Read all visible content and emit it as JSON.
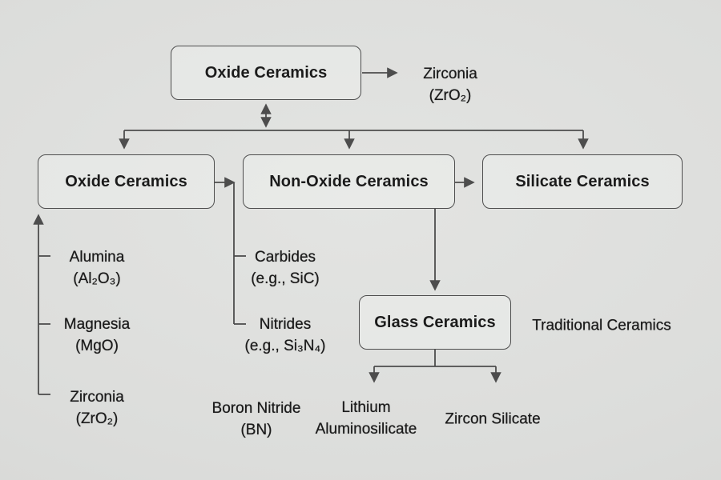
{
  "colors": {
    "background": "#dcdddb",
    "line": "#4d4d4d",
    "text": "#1b1b1b",
    "box_border": "#4e4e4e"
  },
  "root_box": {
    "label": "Oxide Ceramics"
  },
  "root_annotation": {
    "name": "Zirconia",
    "formula": "(ZrO₂)"
  },
  "branches": {
    "oxide": {
      "label": "Oxide Ceramics"
    },
    "non_oxide": {
      "label": "Non-Oxide Ceramics"
    },
    "silicate": {
      "label": "Silicate Ceramics"
    }
  },
  "oxide_examples": [
    {
      "name": "Alumina",
      "formula": "(Al₂O₃)"
    },
    {
      "name": "Magnesia",
      "formula": "(MgO)"
    },
    {
      "name": "Zirconia",
      "formula": "(ZrO₂)"
    }
  ],
  "non_oxide_examples": [
    {
      "name": "Carbides",
      "formula": "(e.g., SiC)"
    },
    {
      "name": "Nitrides",
      "formula": "(e.g., Si₃N₄)"
    }
  ],
  "glass_box": {
    "label": "Glass Ceramics"
  },
  "glass_annotation": {
    "label": "Traditional Ceramics"
  },
  "glass_children": [
    {
      "line1": "Lithium",
      "line2": "Aluminosilicate"
    },
    {
      "line1": "Zircon Silicate"
    }
  ],
  "footnote": {
    "name": "Boron Nitride",
    "formula": "(BN)"
  }
}
